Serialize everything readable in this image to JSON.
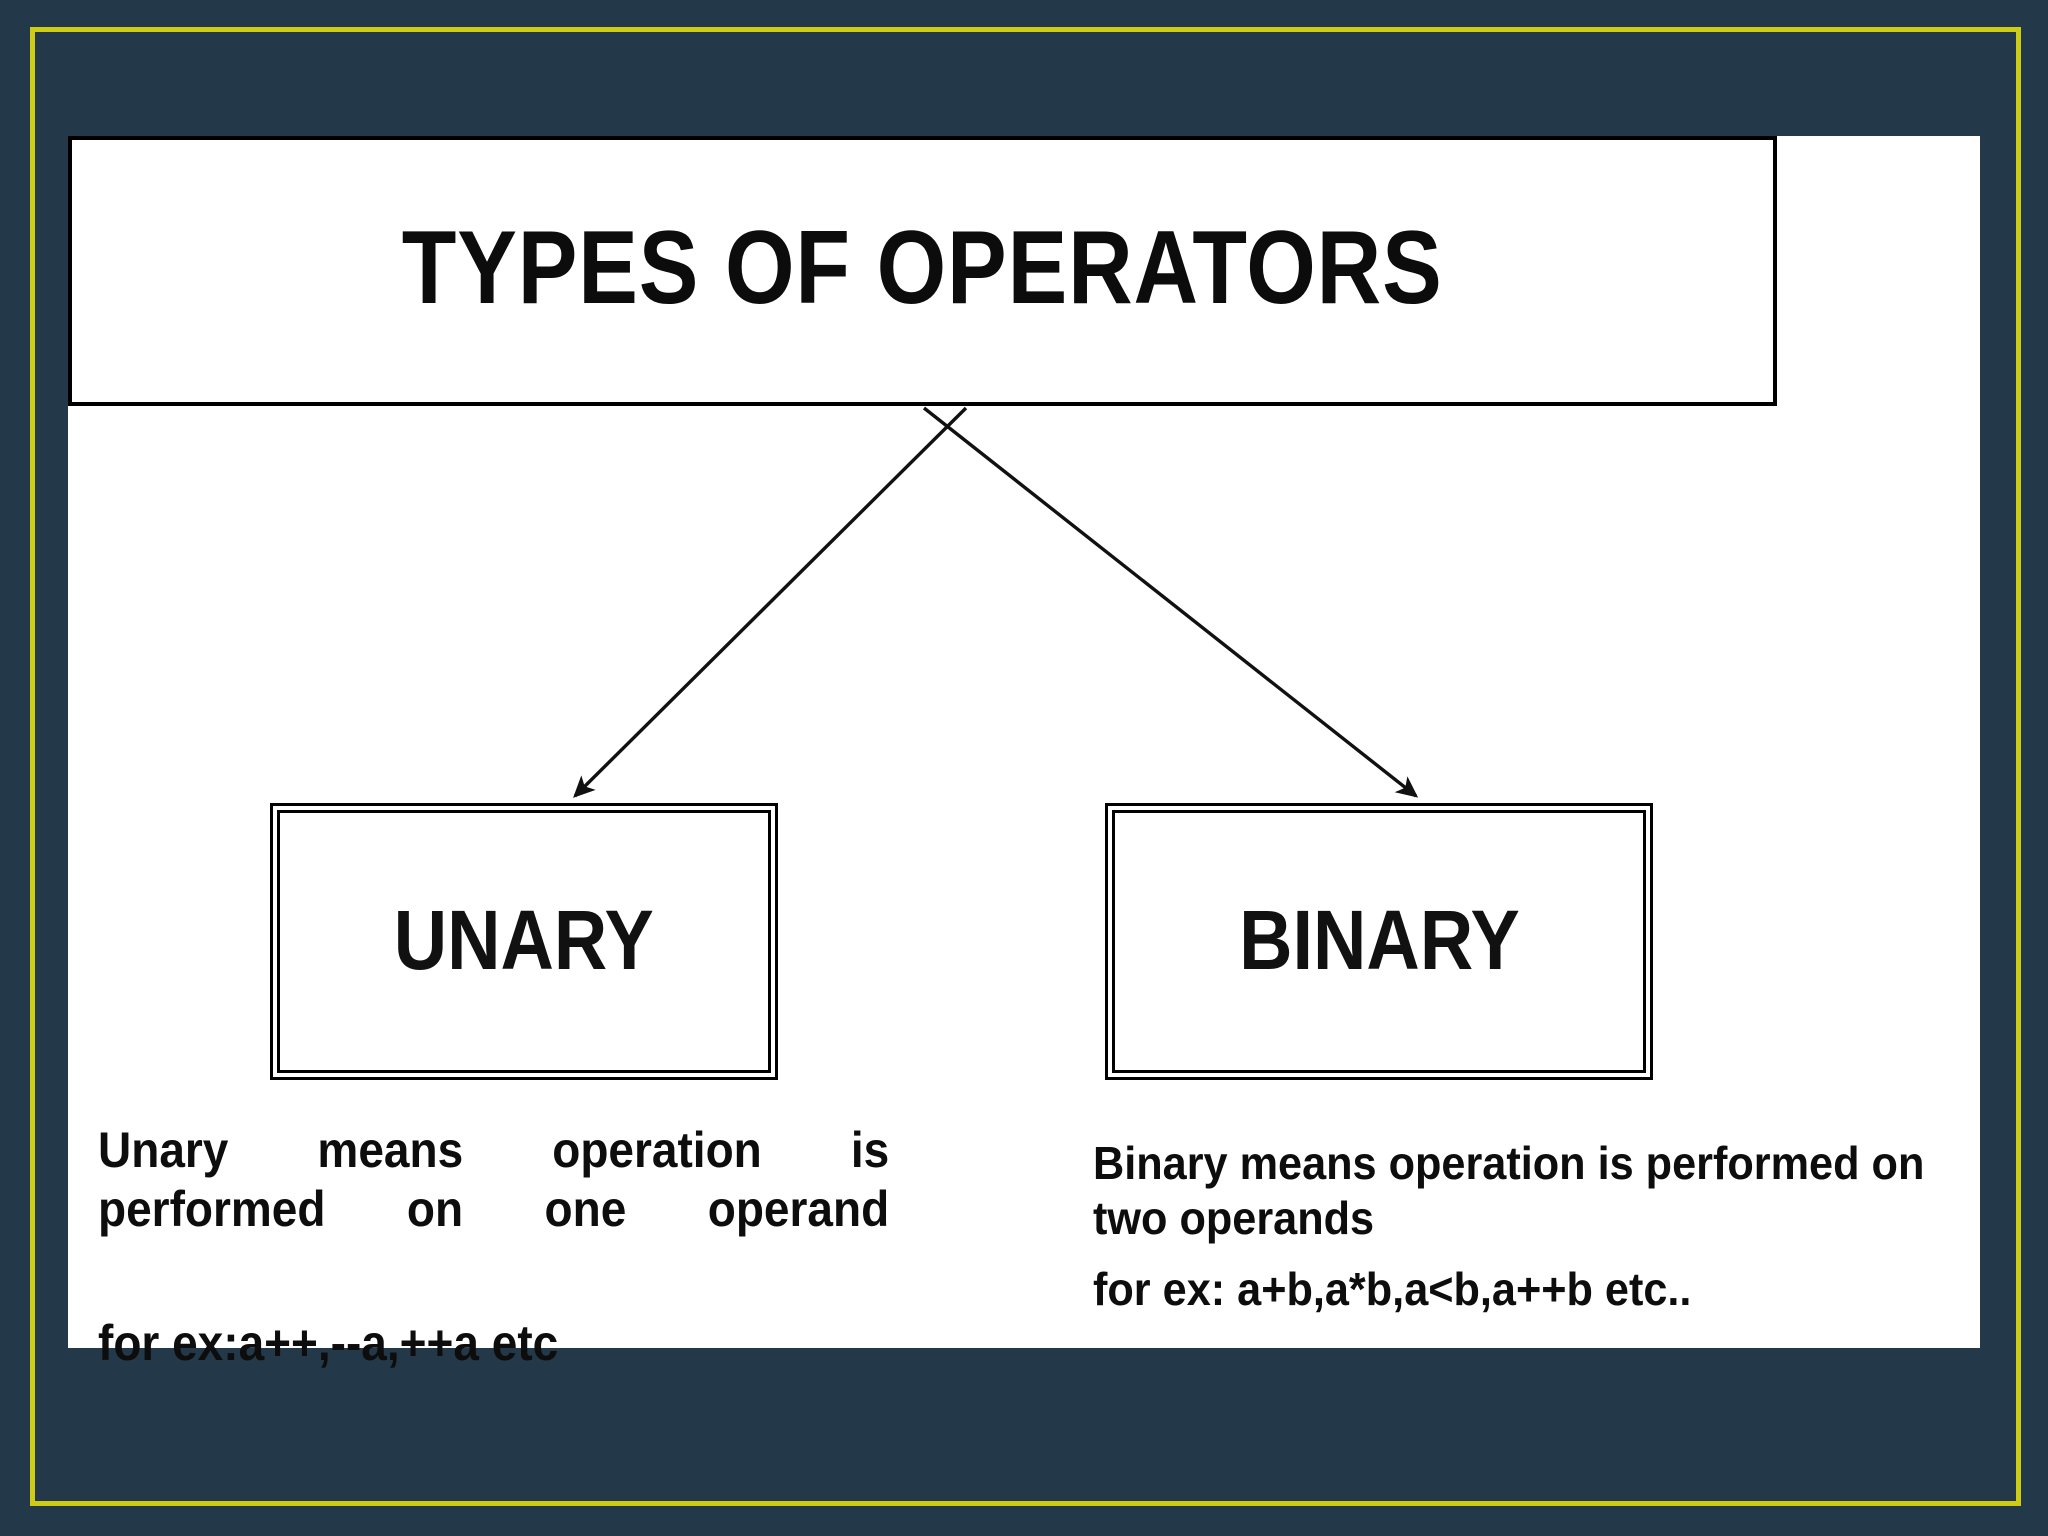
{
  "slide": {
    "frame_color": "#cdcd18",
    "background_color": "#23394a",
    "panel_color": "#ffffff"
  },
  "title": {
    "text": "TYPES OF OPERATORS"
  },
  "diagram": {
    "type": "hierarchy",
    "root": "TYPES OF OPERATORS",
    "connector_style": "crossed-arrows",
    "nodes": [
      {
        "id": "unary",
        "label": "UNARY",
        "description_lines": [
          "Unary means operation is performed on one operand",
          "for ex:a++,--a,++a etc"
        ],
        "description_main": "Unary means operation is performed on one operand",
        "description_example": "for ex:a++,--a,++a etc"
      },
      {
        "id": "binary",
        "label": "BINARY",
        "description_lines": [
          "Binary means operation is performed on two operands",
          "for ex: a+b,a*b,a<b,a++b etc.."
        ],
        "description_main": "Binary means operation is performed on two operands",
        "description_example": "for ex: a+b,a*b,a<b,a++b etc.."
      }
    ]
  }
}
